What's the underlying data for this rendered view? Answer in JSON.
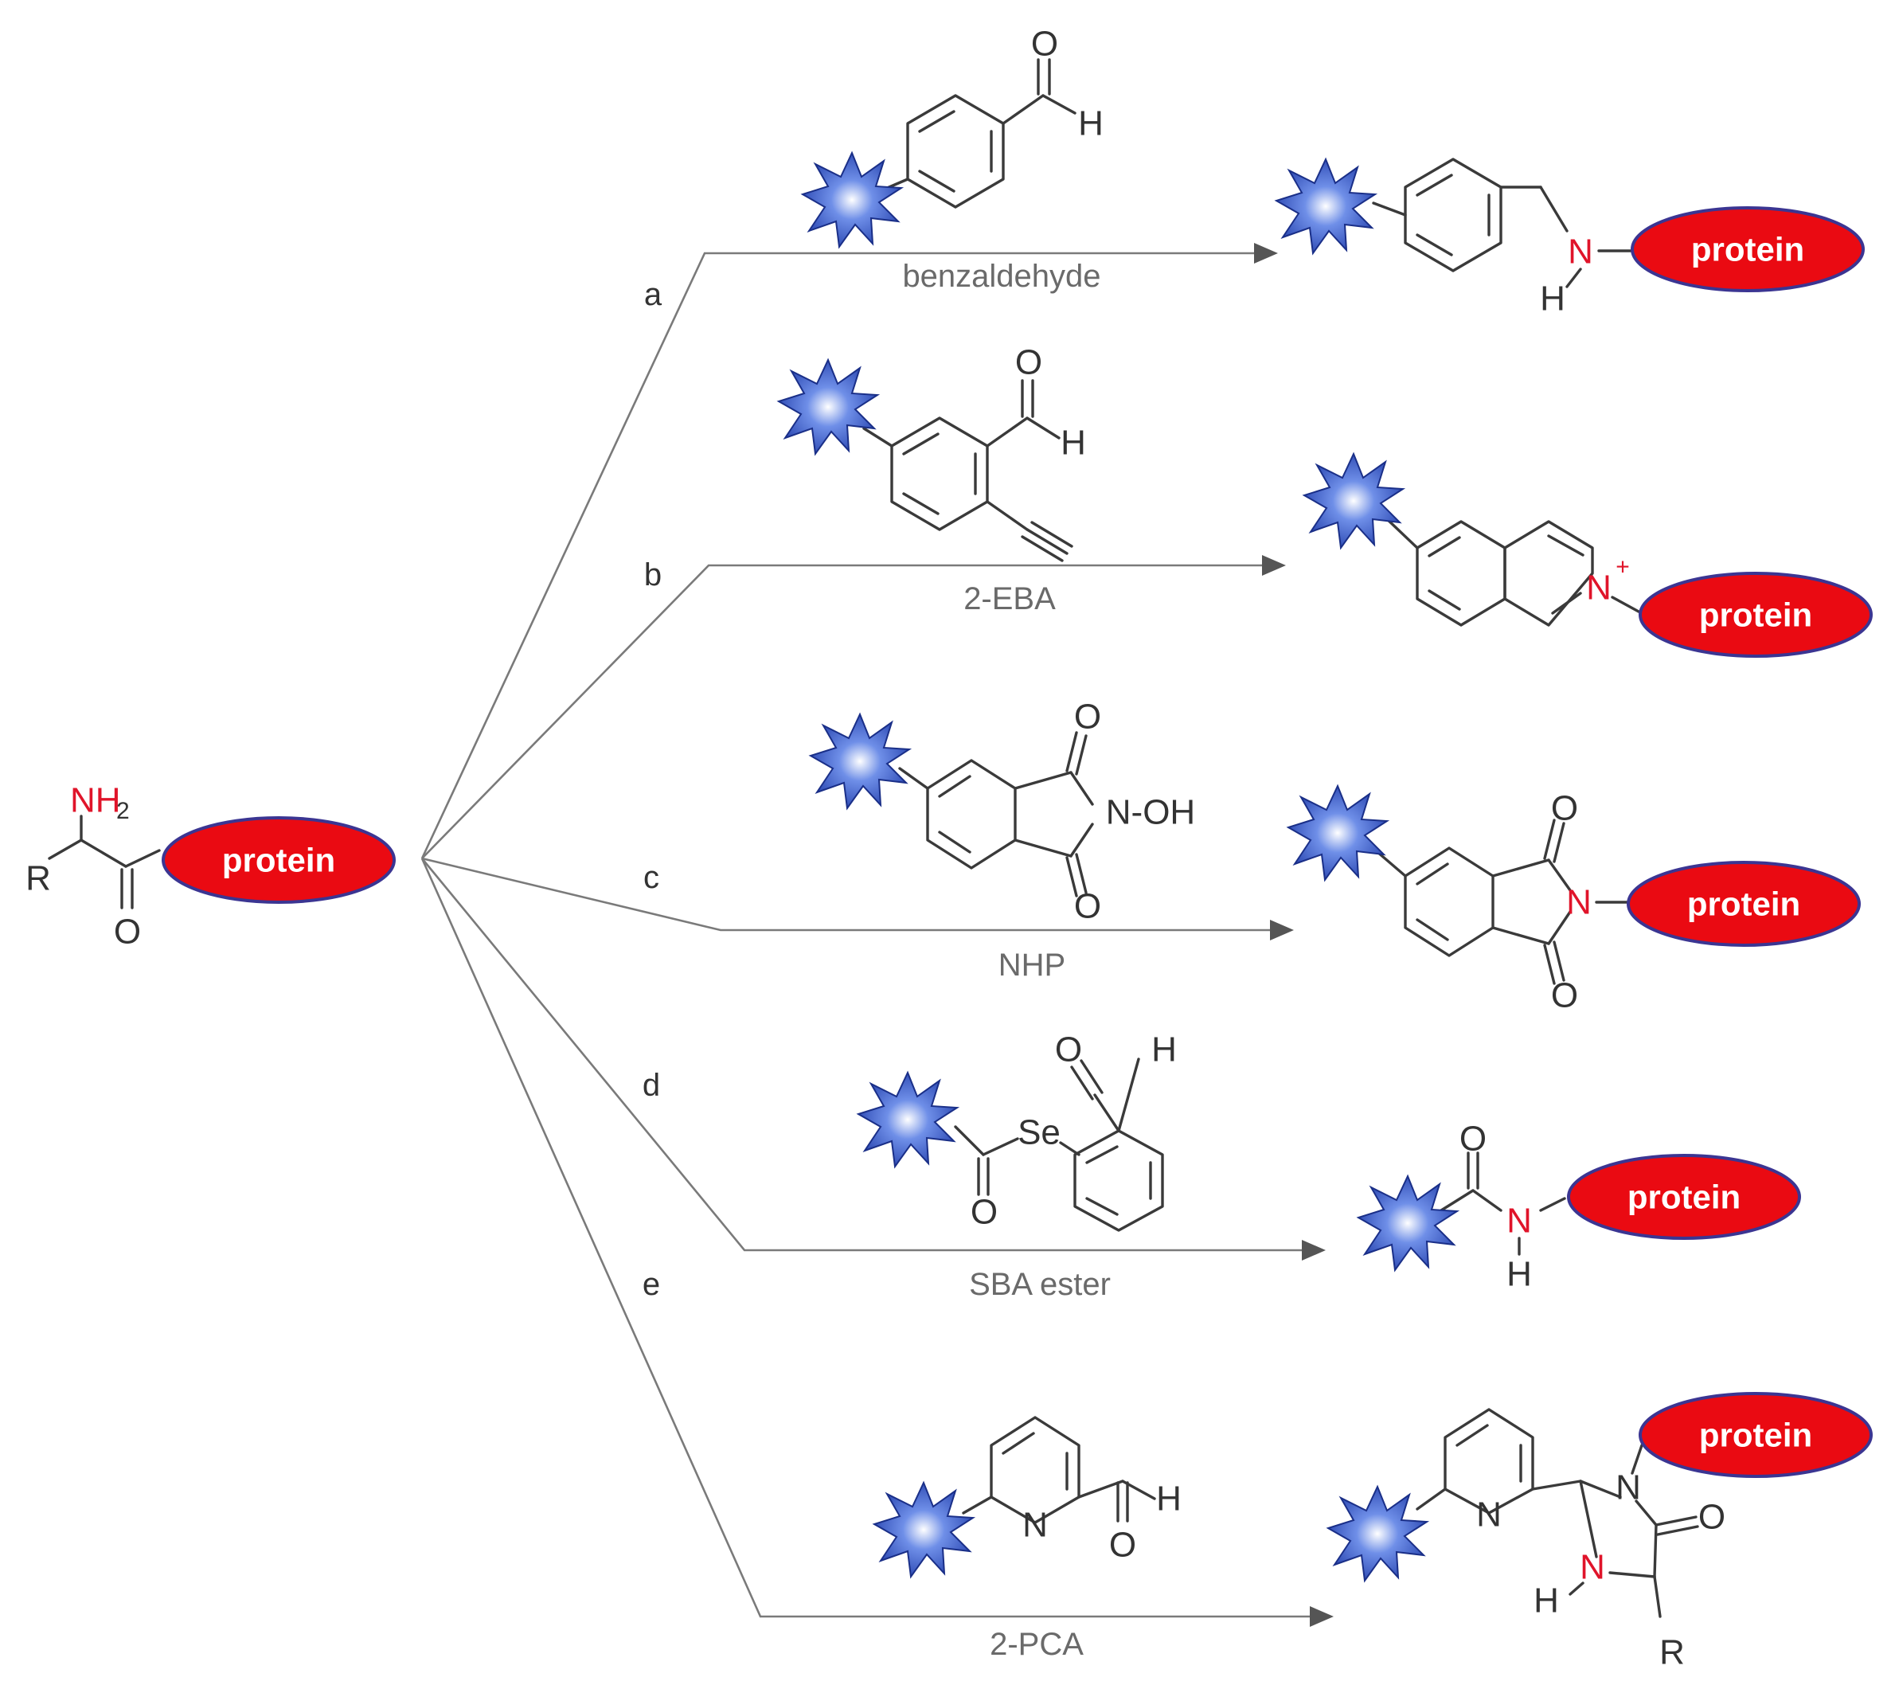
{
  "protein_label": "protein",
  "start": {
    "amine": "NH",
    "amine_sub": "2",
    "r_group": "R",
    "carbonyl_o": "O"
  },
  "routes": [
    {
      "letter": "a",
      "reagent": "benzaldehyde",
      "reactant_atoms": [
        "O",
        "H"
      ],
      "product_atoms": [
        "N",
        "H"
      ]
    },
    {
      "letter": "b",
      "reagent": "2-EBA",
      "reactant_atoms": [
        "O",
        "H"
      ],
      "product_atoms": [
        "N",
        "+"
      ]
    },
    {
      "letter": "c",
      "reagent": "NHP",
      "reactant_atoms": [
        "O",
        "N-OH",
        "O"
      ],
      "product_atoms": [
        "O",
        "N",
        "O"
      ]
    },
    {
      "letter": "d",
      "reagent": "SBA ester",
      "reactant_atoms": [
        "O",
        "H",
        "Se",
        "O"
      ],
      "product_atoms": [
        "O",
        "N",
        "H"
      ]
    },
    {
      "letter": "e",
      "reagent": "2-PCA",
      "reactant_atoms": [
        "N",
        "H",
        "O"
      ],
      "product_atoms": [
        "N",
        "N",
        "O",
        "N",
        "H",
        "R"
      ]
    }
  ],
  "colors": {
    "protein_fill": "#ea0a12",
    "protein_outline": "#3b3592",
    "fluorophore": "#3557c4",
    "nitrogen": "#e0142a",
    "route_line": "#7a7a7a"
  },
  "icons": {
    "fluorophore": "fluorophore-star-icon",
    "arrow": "arrowhead-icon"
  }
}
